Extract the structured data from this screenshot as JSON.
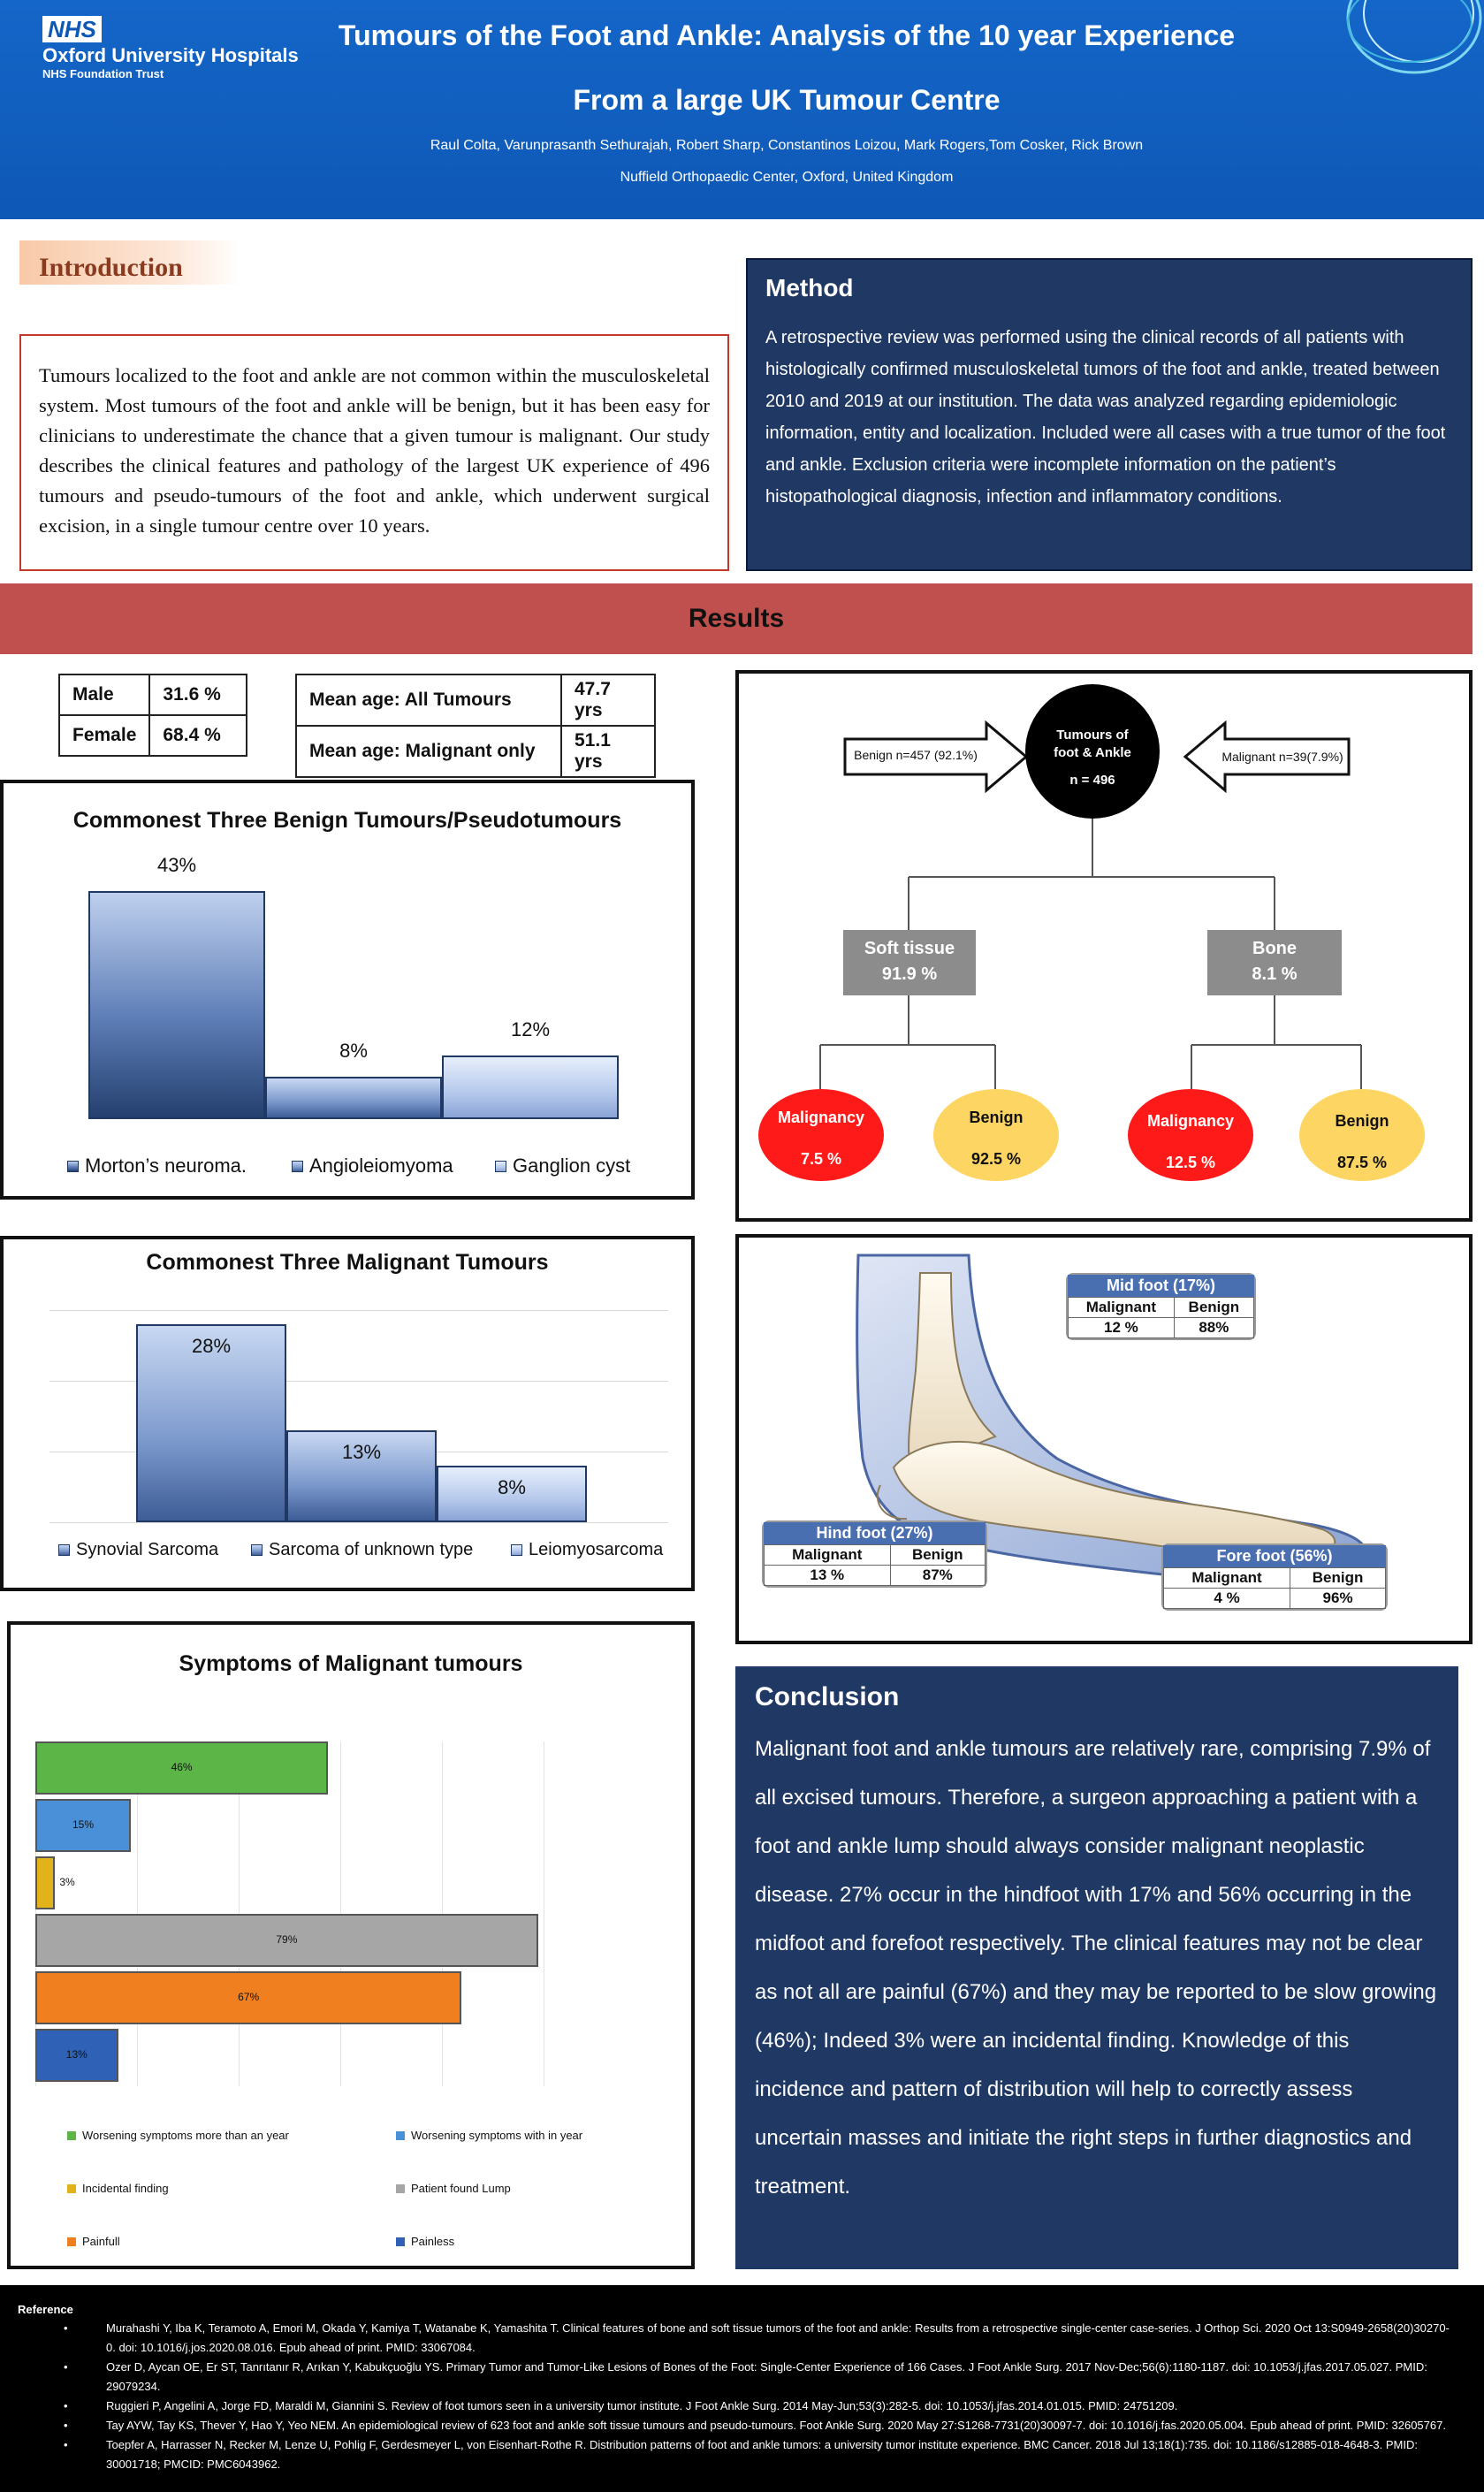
{
  "header": {
    "nhs_logo": "NHS",
    "org_name": "Oxford University Hospitals",
    "org_trust": "NHS Foundation Trust",
    "title_line1": "Tumours of the Foot and Ankle: Analysis of  the 10 year Experience",
    "title_line2": "From a large UK Tumour Centre",
    "authors": "Raul Colta, Varunprasanth Sethurajah, Robert Sharp, Constantinos Loizou, Mark Rogers,Tom Cosker, Rick Brown",
    "affiliation": "Nuffield Orthopaedic Center, Oxford, United Kingdom"
  },
  "introduction": {
    "heading": "Introduction",
    "text": "Tumours localized to the foot and ankle are not common within the musculoskeletal system. Most tumours of the foot and ankle will be benign, but it has been easy for clinicians to underestimate the chance that a given tumour is malignant. Our study describes the clinical features and pathology of the largest UK experience of 496 tumours and pseudo-tumours of the foot and ankle, which underwent surgical excision, in a single tumour centre over   10 years."
  },
  "method": {
    "heading": "Method",
    "text": "A retrospective review was performed using the clinical records of all patients with histologically confirmed musculoskeletal tumors of the foot and ankle, treated between 2010 and 2019 at our institution. The data was analyzed regarding epidemiologic information, entity and localization. Included were all cases with a true tumor of the foot and ankle. Exclusion criteria were incomplete information on the patient’s histopathological diagnosis, infection and inflammatory conditions."
  },
  "results": {
    "heading": "Results",
    "gender": [
      {
        "label": "Male",
        "value": "31.6 %"
      },
      {
        "label": "Female",
        "value": "68.4 %"
      }
    ],
    "age": [
      {
        "label": "Mean age:  All Tumours",
        "value": "47.7 yrs"
      },
      {
        "label": "Mean age: Malignant only",
        "value": "51.1 yrs"
      }
    ]
  },
  "chart_data": [
    {
      "type": "bar",
      "title": "Commonest Three Benign Tumours/Pseudotumours",
      "categories": [
        "Morton’s neuroma.",
        "Angioleiomyoma",
        "Ganglion cyst"
      ],
      "values": [
        43,
        8,
        12
      ],
      "labels": [
        "43%",
        "8%",
        "12%"
      ],
      "legend": "bottom"
    },
    {
      "type": "bar",
      "title": "Commonest Three Malignant Tumours",
      "categories": [
        "Synovial Sarcoma",
        "Sarcoma of unknown type",
        "Leiomyosarcoma"
      ],
      "values": [
        28,
        13,
        8
      ],
      "labels": [
        "28%",
        "13%",
        "8%"
      ],
      "grid": true,
      "legend": "bottom"
    },
    {
      "type": "bar",
      "orientation": "horizontal",
      "title": "Symptoms of Malignant tumours",
      "categories": [
        "Worsening symptoms more than an year",
        "Worsening symptoms with in year",
        "Incidental finding",
        "Patient found Lump",
        "Painfull",
        "Painless"
      ],
      "values": [
        46,
        15,
        3,
        79,
        67,
        13
      ],
      "labels": [
        "46%",
        "15%",
        "3%",
        "79%",
        "67%",
        "13%"
      ],
      "colors": [
        "#5cb547",
        "#4a90d9",
        "#e2b21a",
        "#a6a6a6",
        "#f07f1f",
        "#2f62b7"
      ],
      "grid": true,
      "legend": "bottom"
    }
  ],
  "flow": {
    "root": {
      "title": "Tumours of foot & Ankle",
      "n": "n = 496"
    },
    "benign_arrow": "Benign n=457 (92.1%)",
    "malignant_arrow": "Malignant n=39(7.9%)",
    "soft_tissue": {
      "label": "Soft tissue",
      "value": "91.9 %",
      "malignancy": "Malignancy",
      "malignancy_value": "7.5 %",
      "benign": "Benign",
      "benign_value": "92.5 %"
    },
    "bone": {
      "label": "Bone",
      "value": "8.1 %",
      "malignancy": "Malignancy",
      "malignancy_value": "12.5 %",
      "benign": "Benign",
      "benign_value": "87.5 %"
    }
  },
  "foot": {
    "mid": {
      "title": "Mid foot (17%)",
      "col1": "Malignant",
      "col2": "Benign",
      "v1": "12 %",
      "v2": "88%"
    },
    "hind": {
      "title": "Hind foot (27%)",
      "col1": "Malignant",
      "col2": "Benign",
      "v1": "13 %",
      "v2": "87%"
    },
    "fore": {
      "title": "Fore foot (56%)",
      "col1": "Malignant",
      "col2": "Benign",
      "v1": "4 %",
      "v2": "96%"
    }
  },
  "conclusion": {
    "heading": "Conclusion",
    "text": "Malignant foot and ankle tumours are relatively rare, comprising 7.9% of all excised tumours. Therefore, a surgeon approaching a patient with a foot and ankle lump should always consider malignant neoplastic disease. 27% occur in the hindfoot with 17% and 56% occurring in the midfoot and forefoot respectively. The clinical features may not be clear as not all are painful (67%) and they may be reported to be slow growing (46%); Indeed 3% were an incidental finding. Knowledge of this incidence and pattern of distribution will help to correctly assess uncertain masses and initiate the right steps in further diagnostics and treatment."
  },
  "references": {
    "heading": "Reference",
    "items": [
      "Murahashi Y, Iba K, Teramoto A, Emori M, Okada Y, Kamiya T, Watanabe K, Yamashita T. Clinical features of bone and soft tissue tumors of the foot and ankle: Results from a retrospective single-center case-series. J Orthop Sci. 2020 Oct 13:S0949-2658(20)30270-0. doi: 10.1016/j.jos.2020.08.016. Epub ahead of print. PMID: 33067084.",
      "Ozer D, Aycan OE, Er ST, Tanrıtanır R, Arıkan Y, Kabukçuoğlu YS. Primary Tumor and Tumor-Like Lesions of Bones of the Foot: Single-Center Experience of 166 Cases. J Foot Ankle Surg. 2017 Nov-Dec;56(6):1180-1187. doi: 10.1053/j.jfas.2017.05.027. PMID: 29079234.",
      "Ruggieri P, Angelini A, Jorge FD, Maraldi M, Giannini S. Review of foot tumors seen in a university tumor institute. J Foot Ankle Surg. 2014 May-Jun;53(3):282-5. doi: 10.1053/j.jfas.2014.01.015. PMID: 24751209.",
      "Tay AYW, Tay KS, Thever Y, Hao Y, Yeo NEM. An epidemiological review of 623 foot and ankle soft tissue tumours and pseudo-tumours. Foot Ankle Surg. 2020 May 27:S1268-7731(20)30097-7. doi: 10.1016/j.fas.2020.05.004. Epub ahead of print. PMID: 32605767.",
      "Toepfer A, Harrasser N, Recker M, Lenze U, Pohlig F, Gerdesmeyer L, von Eisenhart-Rothe R. Distribution patterns of foot and ankle tumors: a university tumor institute experience. BMC Cancer. 2018 Jul 13;18(1):735. doi: 10.1186/s12885-018-4648-3. PMID: 30001718; PMCID: PMC6043962."
    ]
  }
}
